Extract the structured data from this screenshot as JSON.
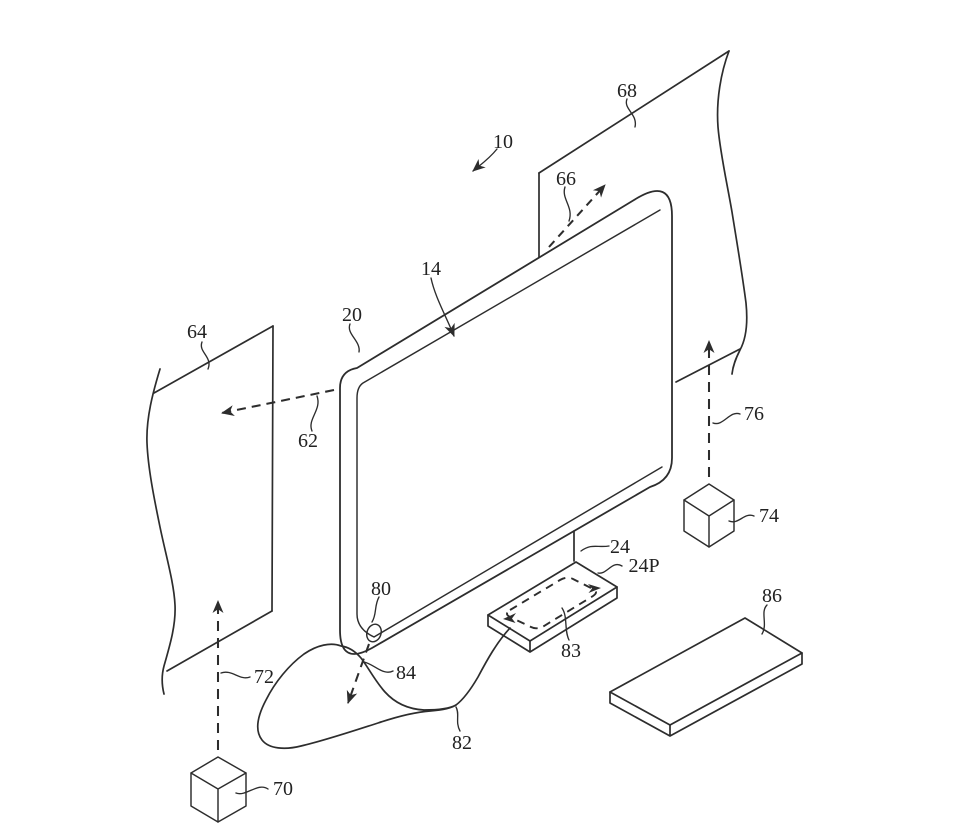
{
  "figure": {
    "kind": "patent-line-drawing",
    "background_color": "#ffffff",
    "line_color": "#2d2d2d",
    "text_color": "#222222"
  },
  "labels": {
    "n10": "10",
    "n14": "14",
    "n20": "20",
    "n24": "24",
    "n24p": "24P",
    "n62": "62",
    "n64": "64",
    "n66": "66",
    "n68": "68",
    "n70": "70",
    "n72": "72",
    "n74": "74",
    "n76": "76",
    "n80": "80",
    "n82": "82",
    "n83": "83",
    "n84": "84",
    "n86": "86"
  }
}
